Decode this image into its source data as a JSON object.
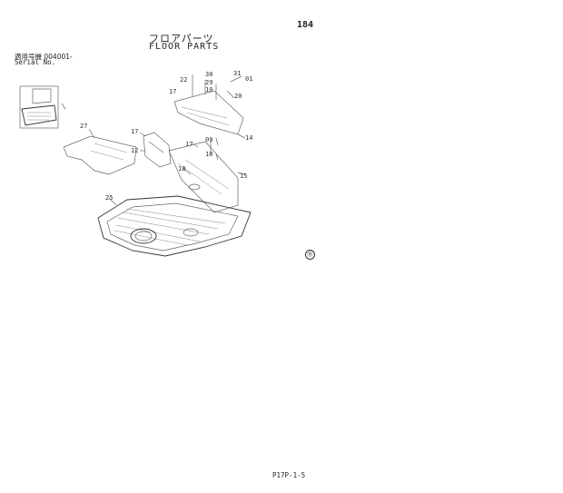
{
  "page_number": "184",
  "title_jp": "フロアパーツ",
  "title_en": "FLOOR PARTS",
  "serial_label_jp": "適用号機 004001-",
  "serial_label_en": "Serial No.",
  "footer": "P17P-1-5",
  "mark": "⑮",
  "callouts": [
    "30",
    "22",
    "29",
    "31",
    "01",
    "17",
    "10",
    "20",
    "27",
    "17",
    "12",
    "17",
    "09",
    "14",
    "10",
    "15",
    "18",
    "25"
  ]
}
